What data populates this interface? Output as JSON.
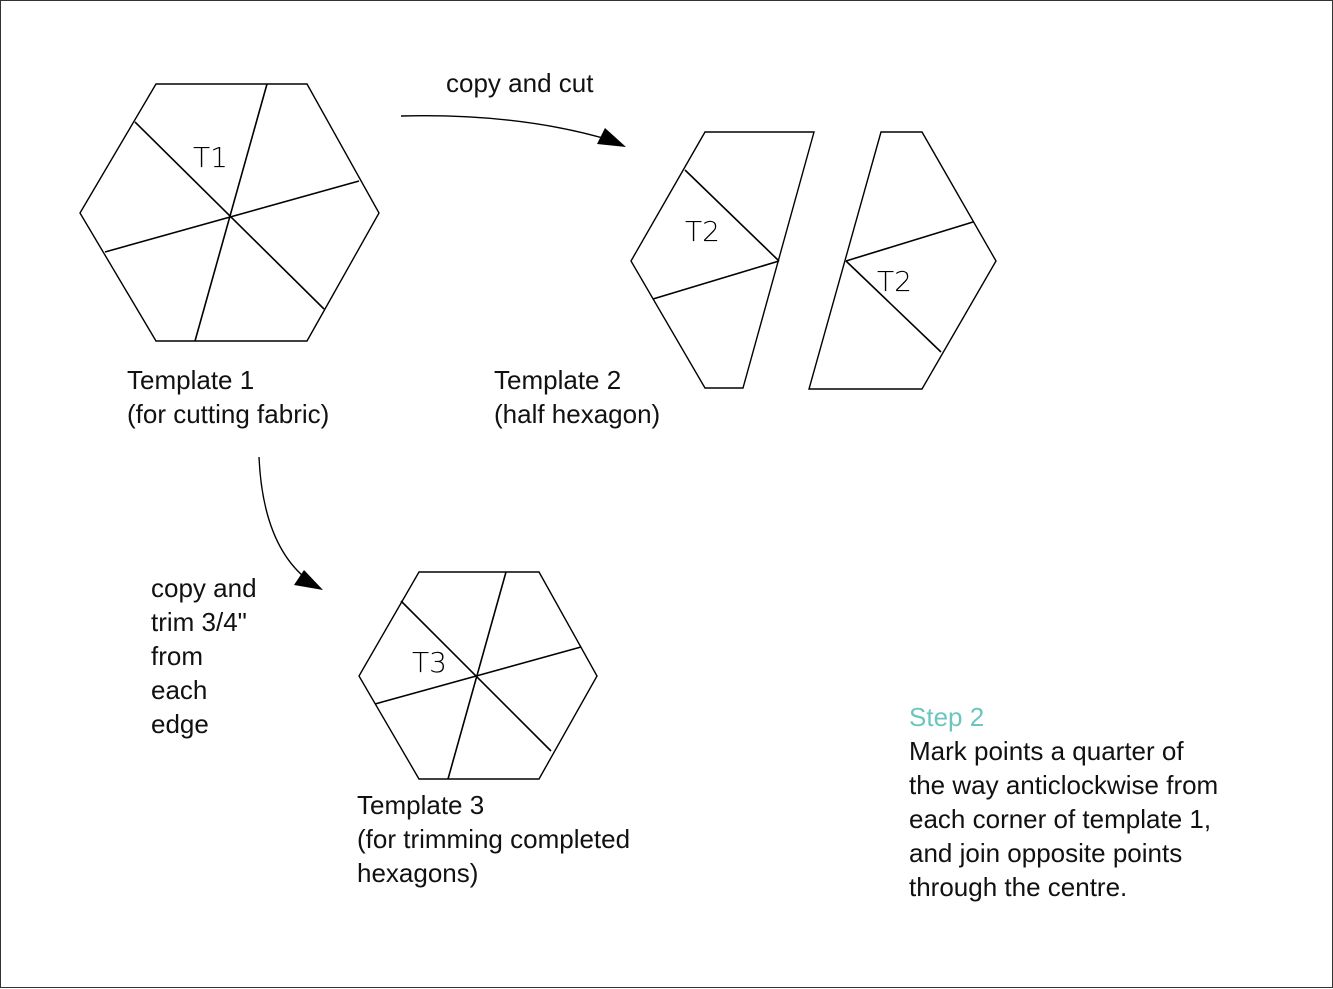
{
  "labels": {
    "t1": "T1",
    "t2_left": "T2",
    "t2_right": "T2",
    "t3": "T3"
  },
  "captions": {
    "template1": "Template 1\n(for cutting fabric)",
    "template2": "Template 2\n(half hexagon)",
    "template3": "Template 3\n(for trimming completed\nhexagons)"
  },
  "arrows": {
    "copy_cut": "copy and cut",
    "copy_trim": "copy and\ntrim 3/4\"\nfrom\neach\nedge"
  },
  "step": {
    "heading": "Step 2",
    "text": "Mark points a quarter of\nthe way anticlockwise from\neach corner of template 1,\nand join opposite points\nthrough the centre."
  },
  "colors": {
    "step_heading": "#6cc5bf"
  }
}
